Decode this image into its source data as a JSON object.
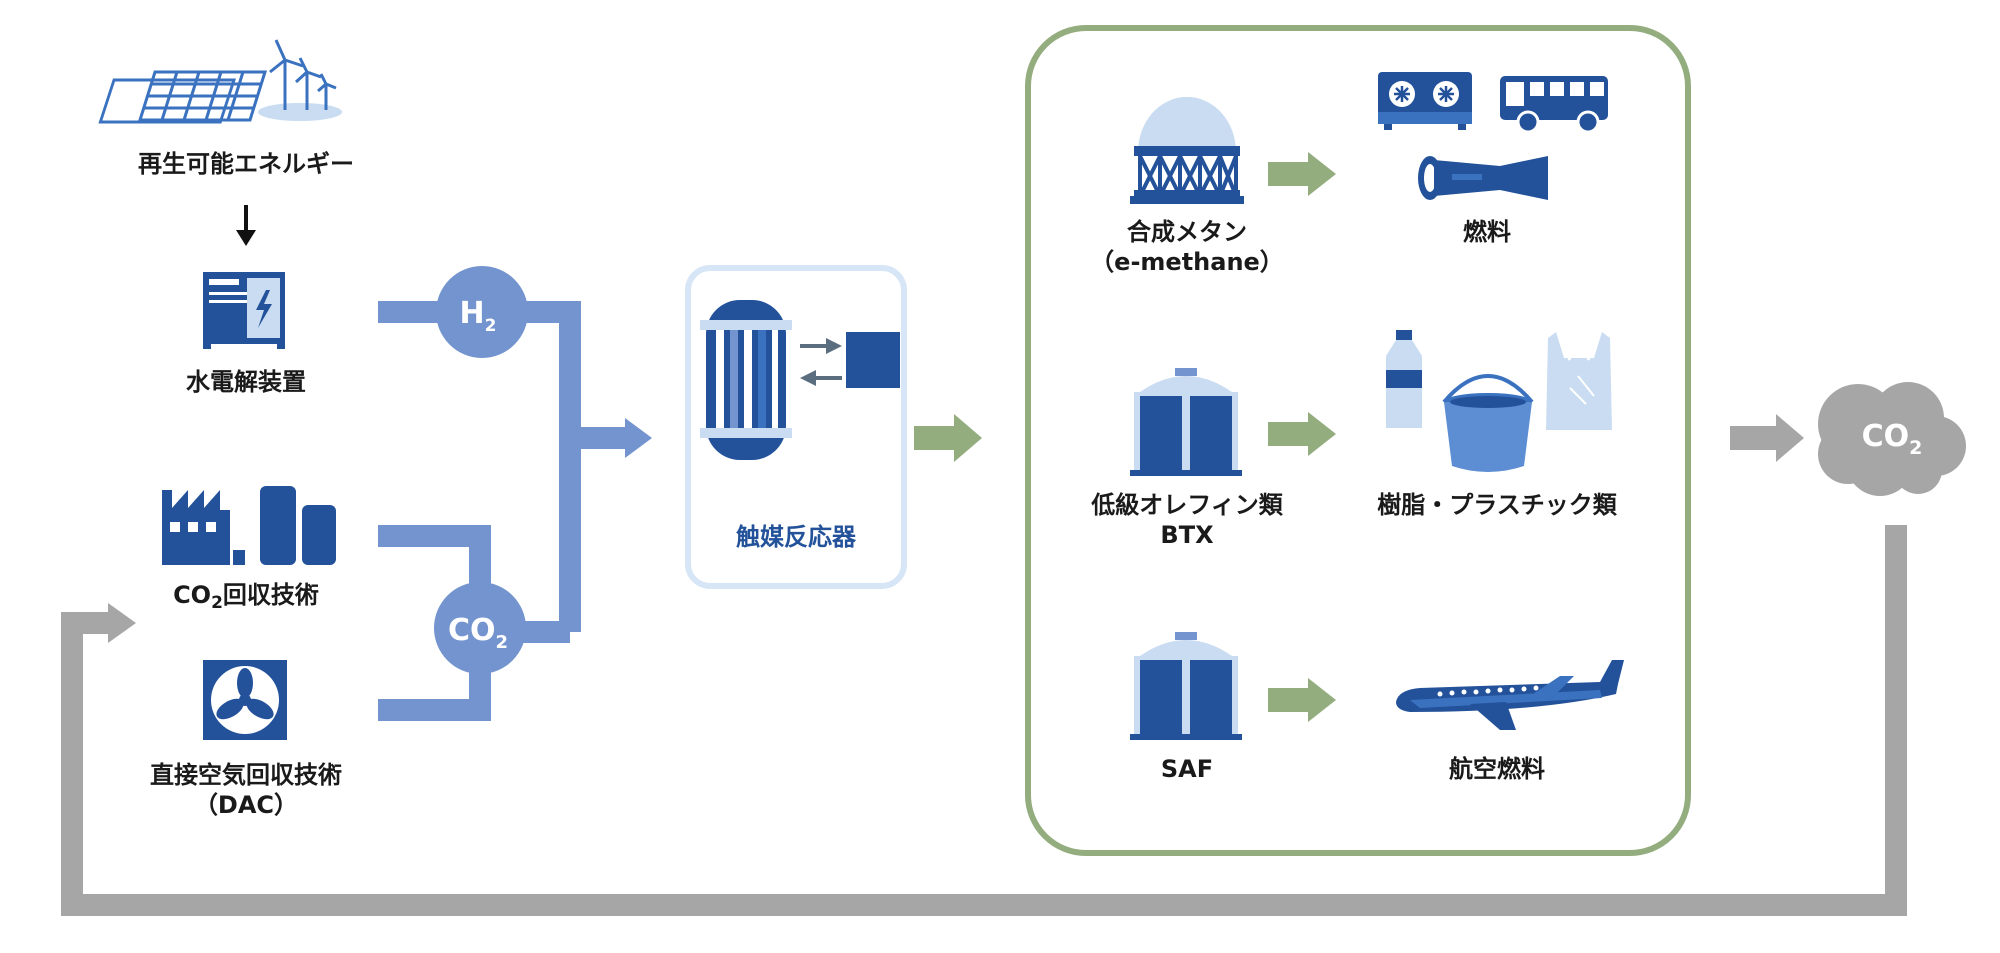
{
  "labels": {
    "renewable": "再生可能エネルギー",
    "electrolyzer": "水電解装置",
    "co2_capture_prefix": "CO",
    "co2_capture_sub": "2",
    "co2_capture_suffix": "回収技術",
    "dac_line1": "直接空気回収技術",
    "dac_line2": "（DAC）",
    "reactor": "触媒反応器",
    "methane_line1": "合成メタン",
    "methane_line2": "（e-methane）",
    "olefin_line1": "低級オレフィン類",
    "olefin_line2": "BTX",
    "saf": "SAF",
    "fuel": "燃料",
    "plastics": "樹脂・プラスチック類",
    "aviation_fuel": "航空燃料"
  },
  "bubbles": {
    "h2_main": "H",
    "h2_sub": "2",
    "co2_main": "CO",
    "co2_sub": "2",
    "cloud_main": "CO",
    "cloud_sub": "2"
  },
  "icons": {
    "renewable": "solar-wind-icon",
    "electrolyzer": "electrolyzer-icon",
    "factory": "factory-icon",
    "dac": "fan-icon",
    "reactor": "reactor-icon",
    "methane_tank": "spherical-tank-icon",
    "olefin_tank": "storage-tank-icon",
    "saf_tank": "storage-tank-icon",
    "stove": "gas-stove-icon",
    "truck": "truck-icon",
    "burner": "burner-icon",
    "bottle": "bottle-icon",
    "bucket": "bucket-icon",
    "bag": "plastic-bag-icon",
    "airplane": "airplane-icon",
    "cloud": "cloud-icon"
  },
  "colors": {
    "pipe": "#7394cf",
    "dark_blue": "#23529b",
    "mid_blue": "#3a72c0",
    "light_blue": "#c9dcf1",
    "green_arrow": "#93ad7e",
    "green_frame": "#93ad7e",
    "gray": "#a6a6a6",
    "cloud": "#a6a6a6",
    "reactor_frame": "#d6e6f6"
  }
}
